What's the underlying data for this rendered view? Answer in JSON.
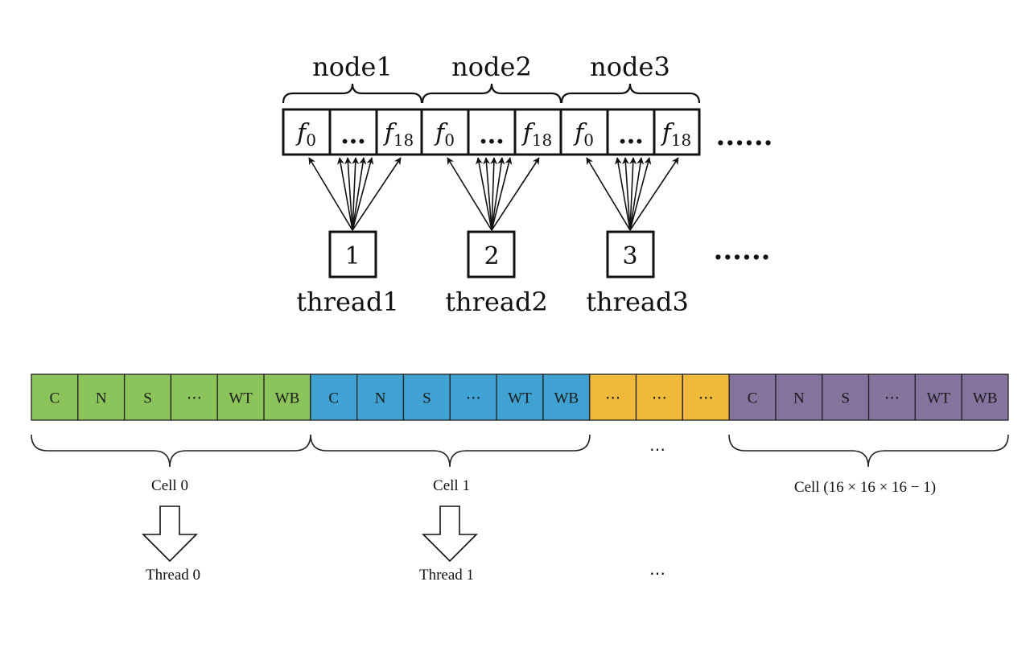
{
  "top": {
    "nodes": [
      {
        "label": "node1",
        "cells": [
          "f",
          "…",
          "f"
        ],
        "subs": [
          "0",
          "",
          "18"
        ],
        "thread_num": "1",
        "thread_label": "thread1"
      },
      {
        "label": "node2",
        "cells": [
          "f",
          "…",
          "f"
        ],
        "subs": [
          "0",
          "",
          "18"
        ],
        "thread_num": "2",
        "thread_label": "thread2"
      },
      {
        "label": "node3",
        "cells": [
          "f",
          "…",
          "f"
        ],
        "subs": [
          "0",
          "",
          "18"
        ],
        "thread_num": "3",
        "thread_label": "thread3"
      }
    ],
    "row_ellipsis": "......",
    "thread_ellipsis": "......"
  },
  "bottom": {
    "cells": [
      {
        "label": "C",
        "group": "cell0"
      },
      {
        "label": "N",
        "group": "cell0"
      },
      {
        "label": "S",
        "group": "cell0"
      },
      {
        "label": "⋯",
        "group": "cell0"
      },
      {
        "label": "WT",
        "group": "cell0"
      },
      {
        "label": "WB",
        "group": "cell0"
      },
      {
        "label": "C",
        "group": "cell1"
      },
      {
        "label": "N",
        "group": "cell1"
      },
      {
        "label": "S",
        "group": "cell1"
      },
      {
        "label": "⋯",
        "group": "cell1"
      },
      {
        "label": "WT",
        "group": "cell1"
      },
      {
        "label": "WB",
        "group": "cell1"
      },
      {
        "label": "⋯",
        "group": "mid"
      },
      {
        "label": "⋯",
        "group": "mid"
      },
      {
        "label": "⋯",
        "group": "mid"
      },
      {
        "label": "C",
        "group": "last"
      },
      {
        "label": "N",
        "group": "last"
      },
      {
        "label": "S",
        "group": "last"
      },
      {
        "label": "⋯",
        "group": "last"
      },
      {
        "label": "WT",
        "group": "last"
      },
      {
        "label": "WB",
        "group": "last"
      }
    ],
    "group_colors": {
      "cell0": "#8bc45a",
      "cell1": "#3fa2d2",
      "mid": "#f0b93a",
      "last": "#85739e"
    },
    "cell0_label": "Cell 0",
    "cell1_label": "Cell 1",
    "mid_ellipsis": "⋯",
    "last_label": "Cell (16 × 16 × 16 − 1)",
    "thread0_label": "Thread 0",
    "thread1_label": "Thread 1",
    "thread_ellipsis": "⋯"
  }
}
